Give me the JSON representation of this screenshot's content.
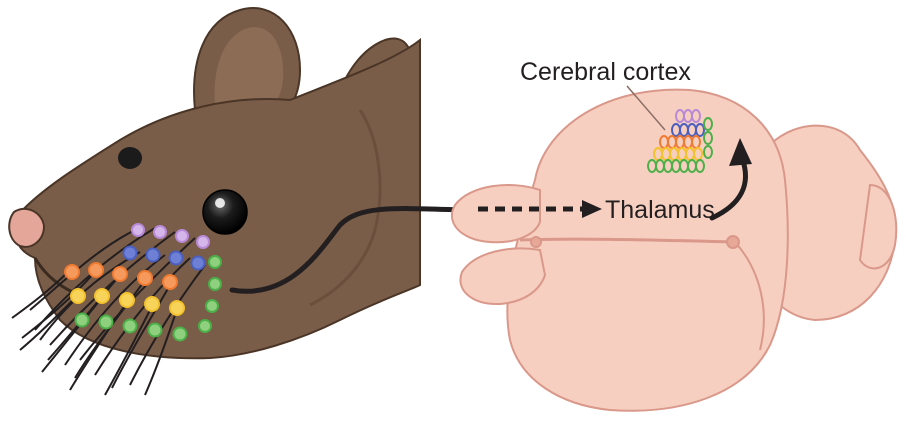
{
  "labels": {
    "cerebral_cortex": "Cerebral cortex",
    "thalamus": "Thalamus"
  },
  "colors": {
    "background": "#ffffff",
    "mouse_fur": "#7a5d48",
    "mouse_fur_dark": "#5b4232",
    "ear_inner": "#8c6c55",
    "brain": "#f7cfc0",
    "brain_outline": "#d9988a",
    "line": "#231f20",
    "whisker_rows": [
      "#b889d6",
      "#4a5fbf",
      "#f07a30",
      "#f3c22c",
      "#4bb048"
    ]
  },
  "icons": {
    "mouse": "mouse-head-illustration",
    "brain": "brain-dorsal-view-illustration"
  }
}
